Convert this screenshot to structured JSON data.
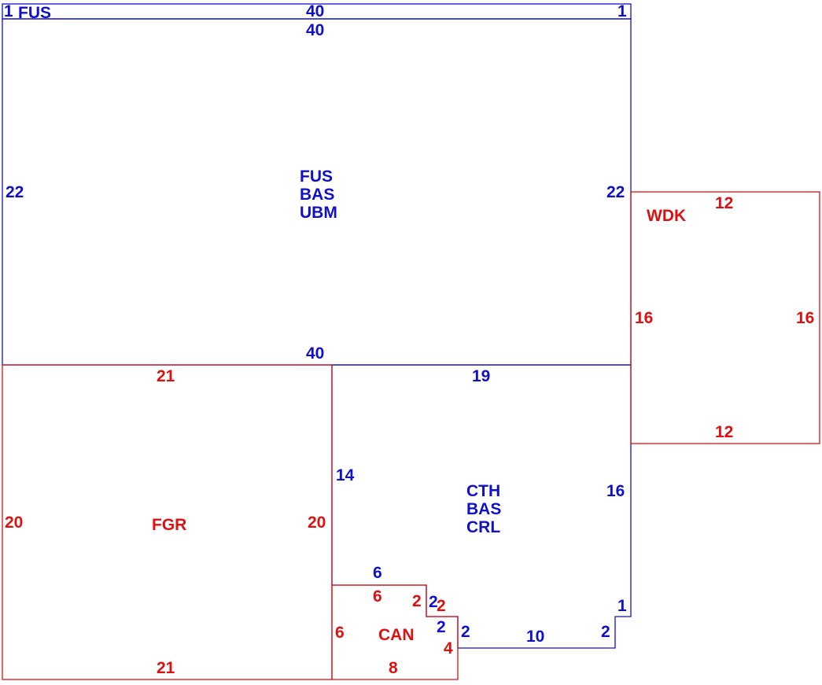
{
  "colors": {
    "main": "#1010c8",
    "addon": "#dd1111",
    "background": "#ffffff"
  },
  "sketch": {
    "strip": {
      "name": "FUS",
      "dims": {
        "left": "1",
        "top": "40",
        "right": "1"
      }
    },
    "main_area": {
      "codes": [
        "FUS",
        "BAS",
        "UBM"
      ],
      "dims": {
        "top": "40",
        "left": "22",
        "right": "22",
        "bottom": "40"
      }
    },
    "wood_deck": {
      "code": "WDK",
      "dims": {
        "top": "12",
        "left": "16",
        "right": "16",
        "bottom": "12"
      }
    },
    "garage": {
      "code": "FGR",
      "dims": {
        "top": "21",
        "left": "20",
        "right": "20",
        "bottom": "21"
      }
    },
    "crawl_area": {
      "codes": [
        "CTH",
        "BAS",
        "CRL"
      ],
      "dims": {
        "top": "19",
        "left": "14",
        "right": "16",
        "notch_top": "6",
        "step_a": "2",
        "step_b": "2",
        "step_c": "2",
        "bottom": "10",
        "corner_bottom": "2",
        "corner_side": "1"
      }
    },
    "canopy": {
      "code": "CAN",
      "dims": {
        "top": "6",
        "left": "6",
        "step_a": "2",
        "step_b": "2",
        "right": "4",
        "bottom": "8"
      }
    }
  }
}
